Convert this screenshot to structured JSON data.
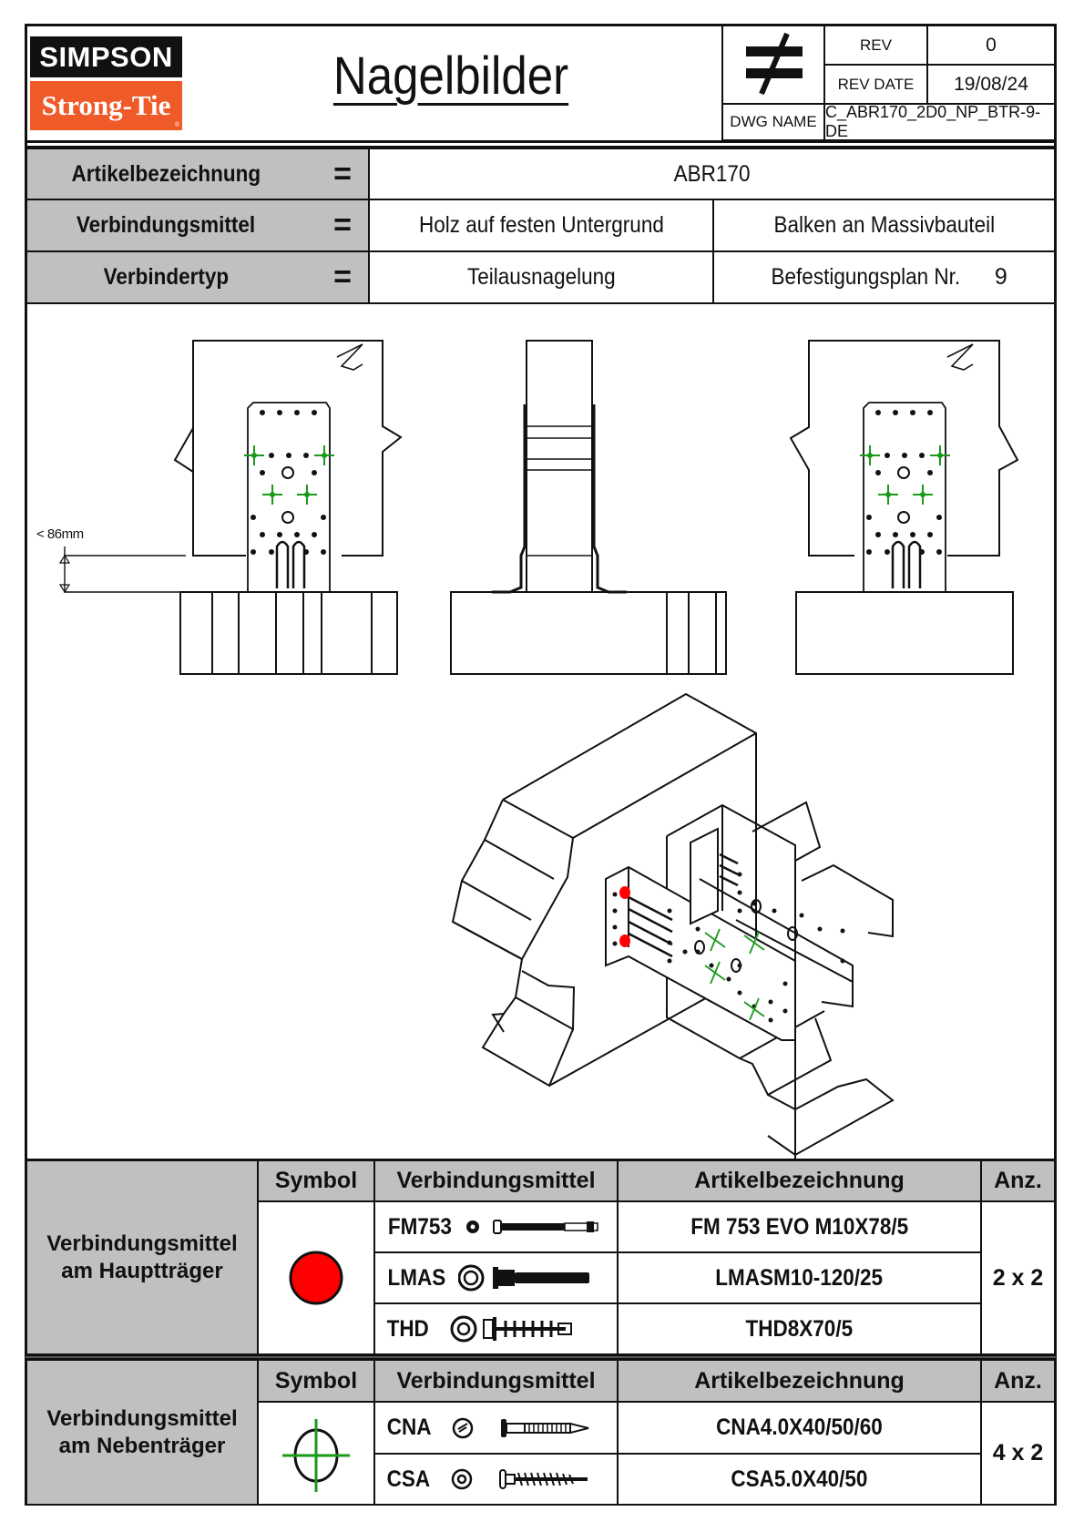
{
  "header": {
    "logo_top": "SIMPSON",
    "logo_bottom": "Strong-Tie",
    "logo_registered": "®",
    "title": "Nagelbilder",
    "symbol_icon": "not-equal-icon",
    "rev_label": "REV",
    "rev_value": "0",
    "rev_date_label": "REV DATE",
    "rev_date_value": "19/08/24",
    "dwg_name_label": "DWG NAME",
    "dwg_name_value": "C_ABR170_2D0_NP_BTR-9-DE"
  },
  "info": {
    "equals": "=",
    "rows": [
      {
        "label": "Artikelbezeichnung",
        "value": "ABR170"
      },
      {
        "label": "Verbindungsmittel",
        "value_left": "Holz auf festen Untergrund",
        "value_right": "Balken an Massivbauteil"
      },
      {
        "label": "Verbindertyp",
        "value_left": "Teilausnagelung",
        "value_right_label": "Befestigungsplan Nr.",
        "value_right_number": "9"
      }
    ]
  },
  "drawing": {
    "dimension_label": "< 86mm",
    "colors": {
      "main_beam_fastener": "#ff0000",
      "secondary_beam_fastener": "#1a9a1a",
      "line": "#111111"
    }
  },
  "tables": [
    {
      "section_label_line1": "Verbindungsmittel",
      "section_label_line2": "am Hauptträger",
      "headers": {
        "symbol": "Symbol",
        "fastener": "Verbindungsmittel",
        "article": "Artikelbezeichnung",
        "qty": "Anz."
      },
      "symbol": "red-filled-circle",
      "quantity": "2 x 2",
      "rows": [
        {
          "fastener": "FM753",
          "icon": "anchor-bolt-icon",
          "article": "FM 753 EVO M10X78/5"
        },
        {
          "fastener": "LMAS",
          "icon": "hex-anchor-icon",
          "article": "LMASM10-120/25"
        },
        {
          "fastener": "THD",
          "icon": "concrete-screw-icon",
          "article": "THD8X70/5"
        }
      ]
    },
    {
      "section_label_line1": "Verbindungsmittel",
      "section_label_line2": "am Nebenträger",
      "headers": {
        "symbol": "Symbol",
        "fastener": "Verbindungsmittel",
        "article": "Artikelbezeichnung",
        "qty": "Anz."
      },
      "symbol": "green-crosshair-circle",
      "quantity": "4 x 2",
      "rows": [
        {
          "fastener": "CNA",
          "icon": "ring-nail-icon",
          "article": "CNA4.0X40/50/60"
        },
        {
          "fastener": "CSA",
          "icon": "wood-screw-icon",
          "article": "CSA5.0X40/50"
        }
      ]
    }
  ]
}
